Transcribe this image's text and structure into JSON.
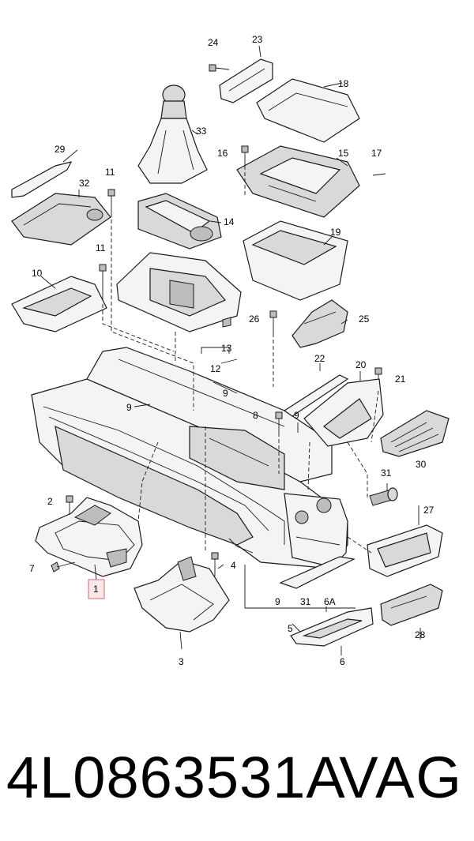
{
  "callouts": {
    "c1": "1",
    "c2": "2",
    "c3": "3",
    "c4": "4",
    "c5": "5",
    "c6": "6",
    "c6a": "6A",
    "c7": "7",
    "c8": "8",
    "c9": "9",
    "c10": "10",
    "c11": "11",
    "c12": "12",
    "c13": "13",
    "c14": "14",
    "c15": "15",
    "c16": "16",
    "c17": "17",
    "c18": "18",
    "c19": "19",
    "c20": "20",
    "c21": "21",
    "c22": "22",
    "c23": "23",
    "c24": "24",
    "c25": "25",
    "c26": "26",
    "c27": "27",
    "c28": "28",
    "c29": "29",
    "c30": "30",
    "c31": "31",
    "c32": "32",
    "c33": "33"
  },
  "highlighted_part": "1",
  "footer": {
    "part_number": "4L0863531A",
    "brand": "VAG"
  }
}
